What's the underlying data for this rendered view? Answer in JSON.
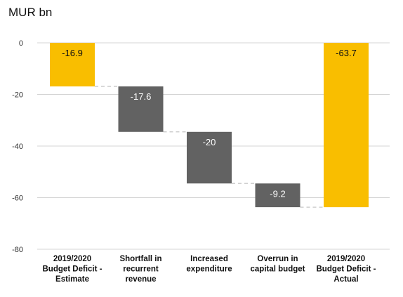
{
  "unit_label": "MUR bn",
  "chart_data": {
    "type": "bar",
    "subtype": "waterfall",
    "title": "",
    "ylabel": "MUR bn",
    "ylim": [
      -80,
      0
    ],
    "y_ticks": [
      0,
      -20,
      -40,
      -60,
      -80
    ],
    "grid": true,
    "categories": [
      [
        "2019/2020",
        "Budget Deficit -",
        "Estimate"
      ],
      [
        "Shortfall in",
        "recurrent",
        "revenue"
      ],
      [
        "Increased",
        "expenditure"
      ],
      [
        "Overrun in",
        "capital budget"
      ],
      [
        "2019/2020",
        "Budget Deficit -",
        "Actual"
      ]
    ],
    "bars": [
      {
        "start": 0,
        "end": -16.9,
        "label": "-16.9",
        "kind": "total"
      },
      {
        "start": -16.9,
        "end": -34.5,
        "label": "-17.6",
        "kind": "change"
      },
      {
        "start": -34.5,
        "end": -54.5,
        "label": "-20",
        "kind": "change"
      },
      {
        "start": -54.5,
        "end": -63.7,
        "label": "-9.2",
        "kind": "change"
      },
      {
        "start": 0,
        "end": -63.7,
        "label": "-63.7",
        "kind": "total"
      }
    ],
    "colors": {
      "total": "#F9BE00",
      "change": "#626262",
      "grid": "#d4d4d4",
      "connector": "#cfcfcf"
    }
  }
}
